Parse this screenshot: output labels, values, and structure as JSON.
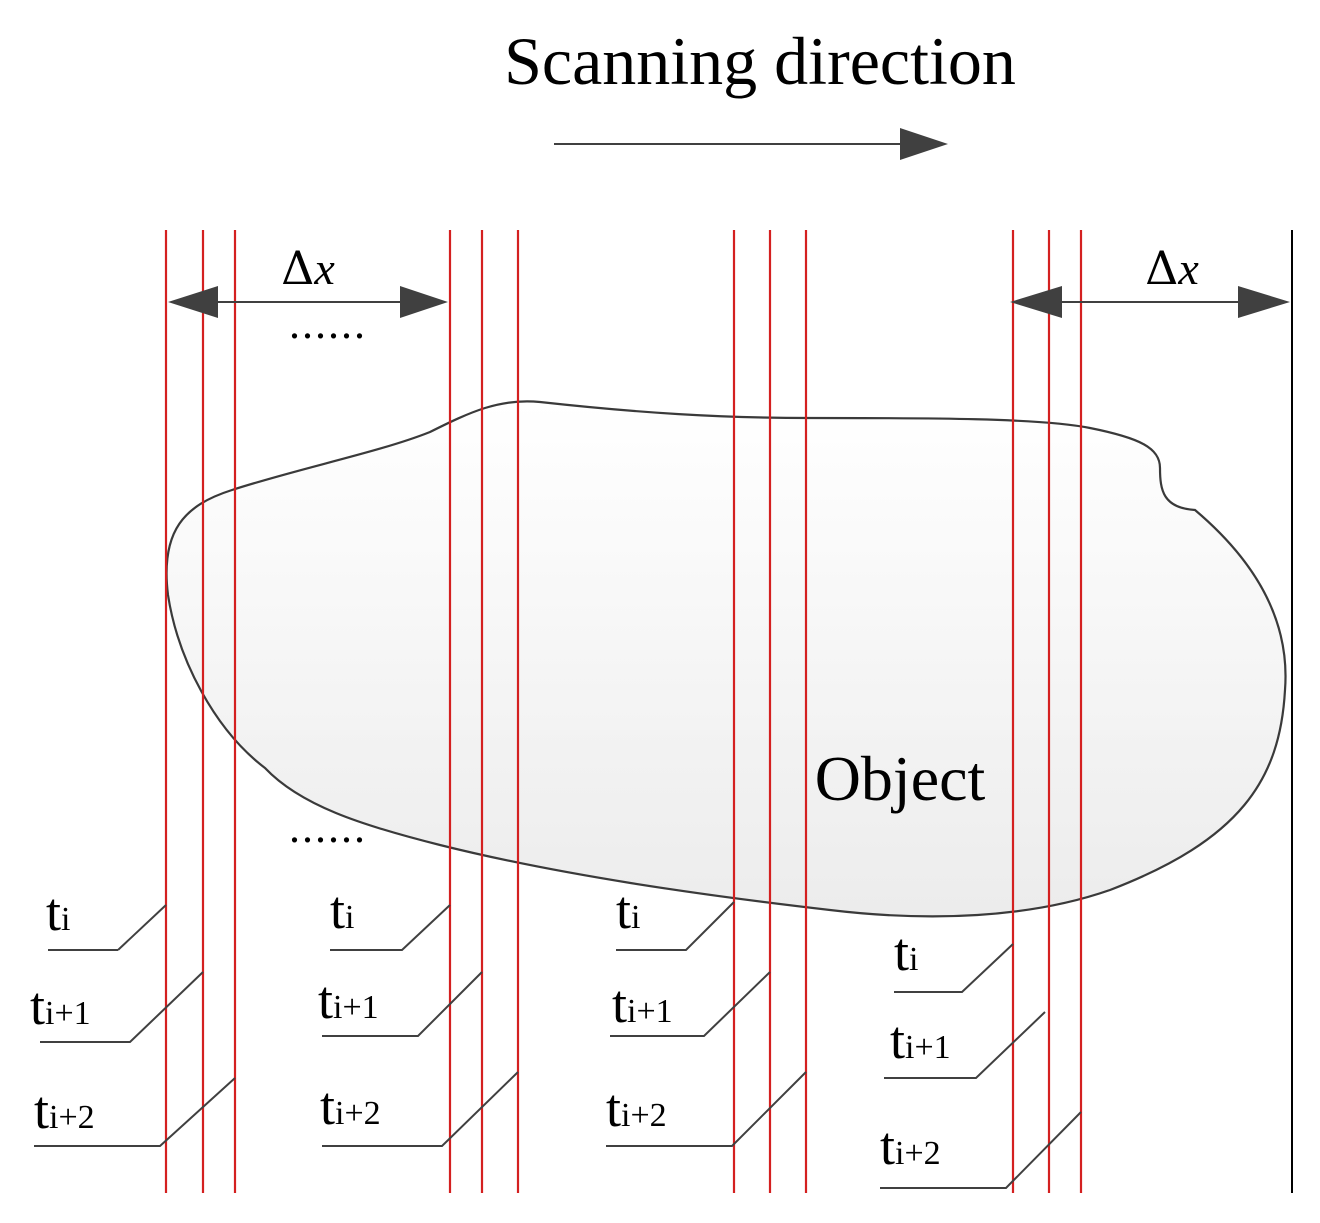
{
  "title": "Scanning direction",
  "delta_label": {
    "symbol": "Δ",
    "variable": "x"
  },
  "object_label": "Object",
  "ellipsis": "......",
  "time_labels": {
    "base": "t",
    "subscripts": [
      "i",
      "i+1",
      "i+2"
    ]
  },
  "colors": {
    "scan_line": "#d42020",
    "outline": "#3a3a3a",
    "arrow": "#404040",
    "object_fill_top": "#ffffff",
    "object_fill_bottom": "#ececec",
    "text": "#000000"
  }
}
